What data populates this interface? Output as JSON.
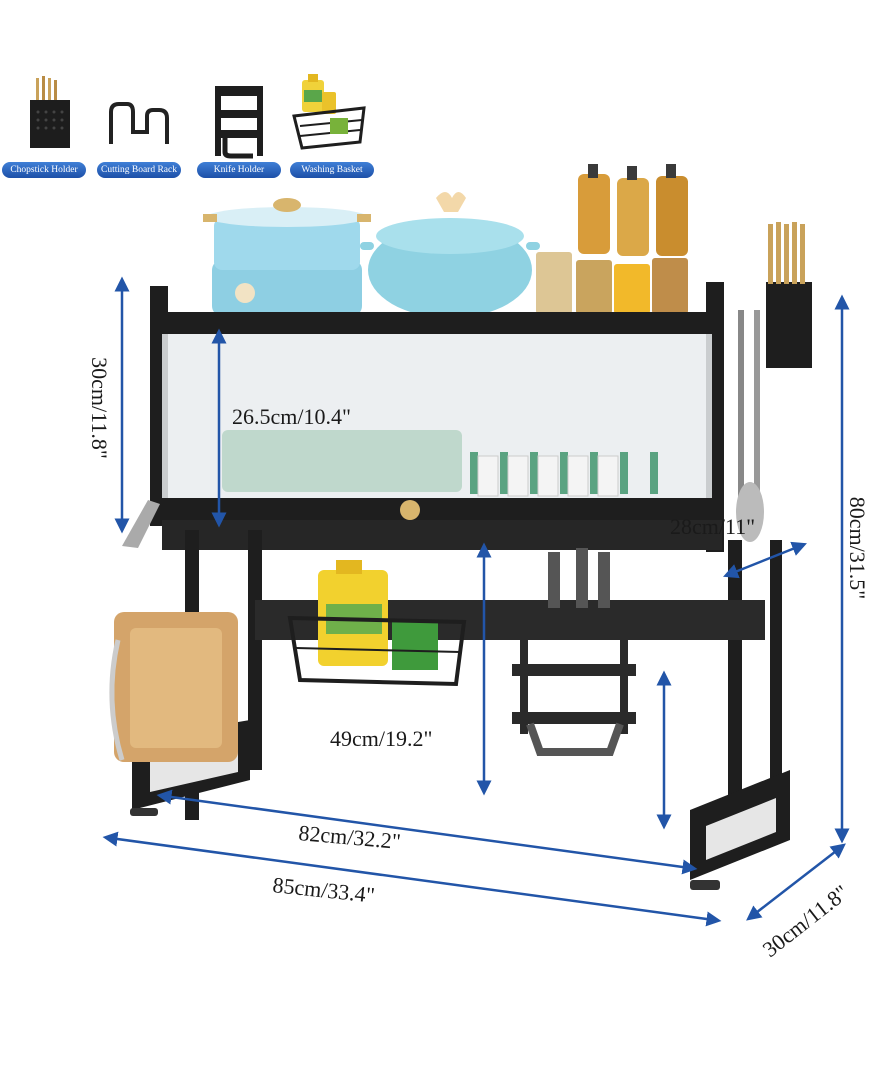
{
  "accessories": [
    {
      "label": "Chopstick Holder",
      "icon": "chopstick-holder-icon"
    },
    {
      "label": "Cutting Board Rack",
      "icon": "cutting-board-rack-icon"
    },
    {
      "label": "Knife Holder",
      "icon": "knife-holder-icon"
    },
    {
      "label": "Washing Basket",
      "icon": "washing-basket-icon"
    }
  ],
  "dimensions": {
    "upper_height": "30cm/11.8\"",
    "shelf_clearance": "26.5cm/10.4\"",
    "depth_shelf": "28cm/11\"",
    "total_height": "80cm/31.5\"",
    "lower_clearance": "49cm/19.2\"",
    "inner_width": "82cm/32.2\"",
    "total_width": "85cm/33.4\"",
    "depth_base": "30cm/11.8\""
  },
  "colors": {
    "dimension_line": "#2255a8",
    "badge": "#2a64c0",
    "rack": "#1e1e1e"
  }
}
